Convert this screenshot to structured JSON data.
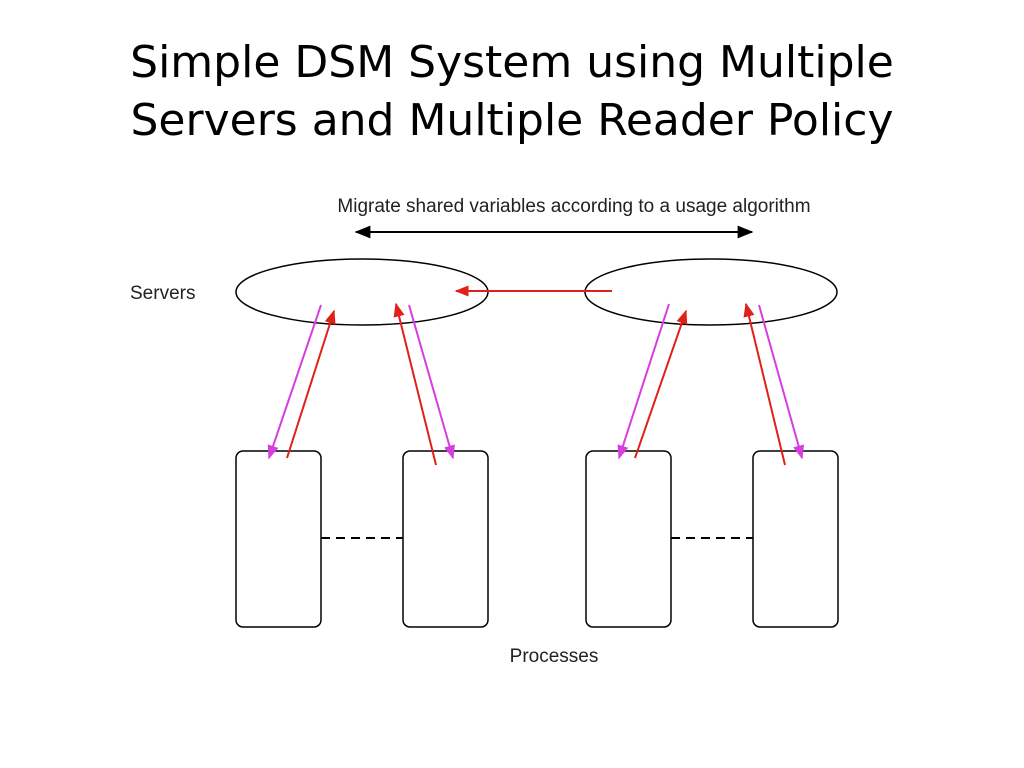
{
  "slide": {
    "title_line1": "Simple DSM System using Multiple",
    "title_line2": "Servers and Multiple Reader Policy"
  },
  "diagram": {
    "migrate_caption": "Migrate shared variables according to a usage algorithm",
    "servers_label": "Servers",
    "processes_label": "Processes",
    "colors": {
      "request_arrow": "#e0201a",
      "reply_arrow": "#d63ee0",
      "outline": "#000000"
    }
  }
}
